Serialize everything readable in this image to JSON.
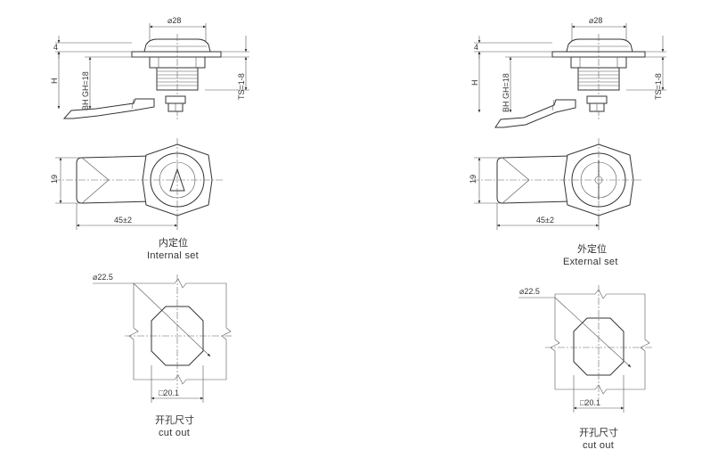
{
  "internal": {
    "side": {
      "dia_top": "⌀28",
      "dim_4": "4",
      "dim_h": "H",
      "dim_bh": "BH GH=18",
      "dim_ts": "TS=1-8"
    },
    "front": {
      "dim_19": "19",
      "dim_45": "45±2"
    },
    "caption_zh": "内定位",
    "caption_en": "Internal set",
    "cutout": {
      "dia": "⌀22.5",
      "sq": "□20.1",
      "caption_zh": "开孔尺寸",
      "caption_en": "cut out"
    }
  },
  "external": {
    "side": {
      "dia_top": "⌀28",
      "dim_4": "4",
      "dim_h": "H",
      "dim_bh": "BH GH=18",
      "dim_ts": "TS=1-8"
    },
    "front": {
      "dim_19": "19",
      "dim_45": "45±2"
    },
    "caption_zh": "外定位",
    "caption_en": "External set",
    "cutout": {
      "dia": "⌀22.5",
      "sq": "□20.1",
      "caption_zh": "开孔尺寸",
      "caption_en": "cut out"
    }
  }
}
